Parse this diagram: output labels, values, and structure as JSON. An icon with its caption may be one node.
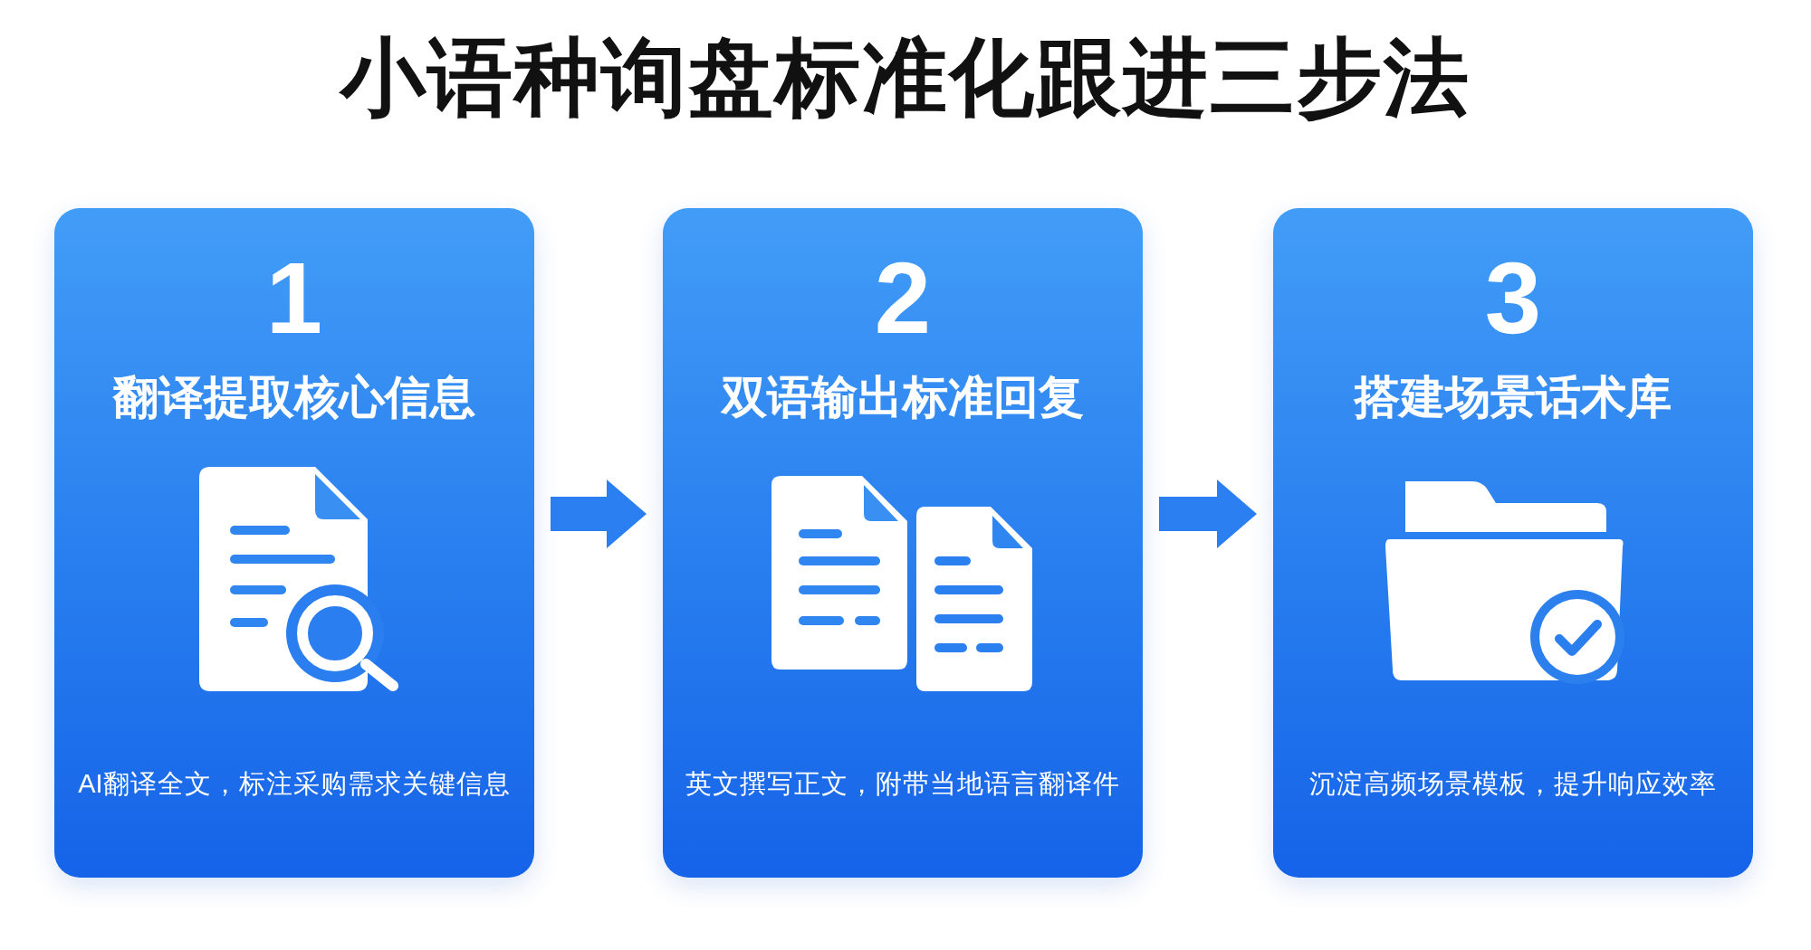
{
  "diagram": {
    "title": "小语种询盘标准化跟进三步法",
    "nodes": [
      {
        "text": [
          "1",
          "翻译提取核心信息",
          "AI翻译全文，标注采购需求关键信息"
        ]
      },
      {
        "text": [
          "2",
          "双语输出标准回复",
          "英文撰写正文，附带当地语言翻译件"
        ]
      },
      {
        "text": [
          "3",
          "搭建场景话术库",
          "沉淀高频场景模板，提升响应效率"
        ]
      }
    ],
    "edges": [
      {
        "from": 0,
        "to": 1,
        "arrow": "to"
      },
      {
        "from": 1,
        "to": 2,
        "arrow": "to"
      }
    ]
  }
}
